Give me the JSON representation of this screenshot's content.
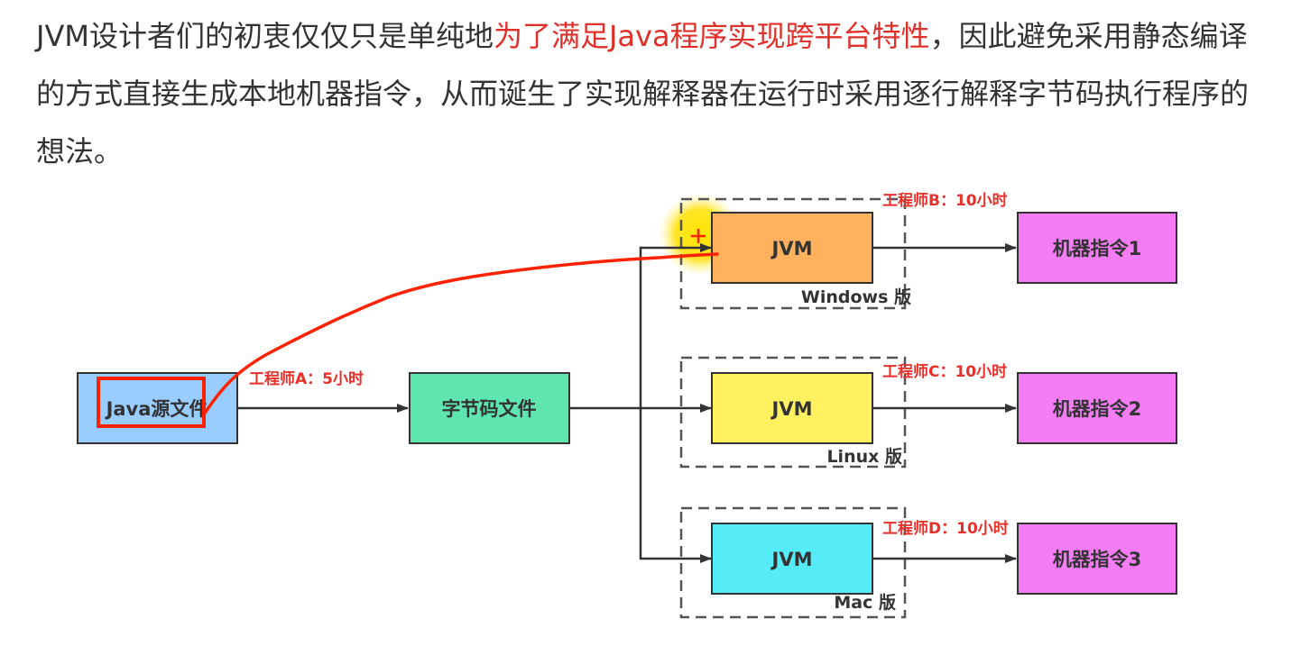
{
  "paragraph": {
    "part1": "JVM设计者们的初衷仅仅只是单纯地",
    "highlight": "为了满足Java程序实现跨平台特性",
    "part2": "，因此避免采用静态编译的方式直接生成本地机器指令，从而诞生了实现解释器在运行时采用逐行解释字节码执行程序的想法。"
  },
  "diagram": {
    "source": {
      "label": "Java源文件",
      "color": "#99ccff"
    },
    "bytecode": {
      "label": "字节码文件",
      "color": "#5ee5b0"
    },
    "engineer_a": "工程师A：5小时",
    "platforms": [
      {
        "jvm_label": "JVM",
        "version_label": "Windows 版",
        "engineer": "工程师B：10小时",
        "jvm_color": "#ffb15e",
        "output_label": "机器指令1"
      },
      {
        "jvm_label": "JVM",
        "version_label": "Linux 版",
        "engineer": "工程师C：10小时",
        "jvm_color": "#fff160",
        "output_label": "机器指令2"
      },
      {
        "jvm_label": "JVM",
        "version_label": "Mac 版",
        "engineer": "工程师D：10小时",
        "jvm_color": "#55ecf8",
        "output_label": "机器指令3"
      }
    ],
    "output_color": "#f47cf4",
    "annotation_color": "#ff2200"
  }
}
